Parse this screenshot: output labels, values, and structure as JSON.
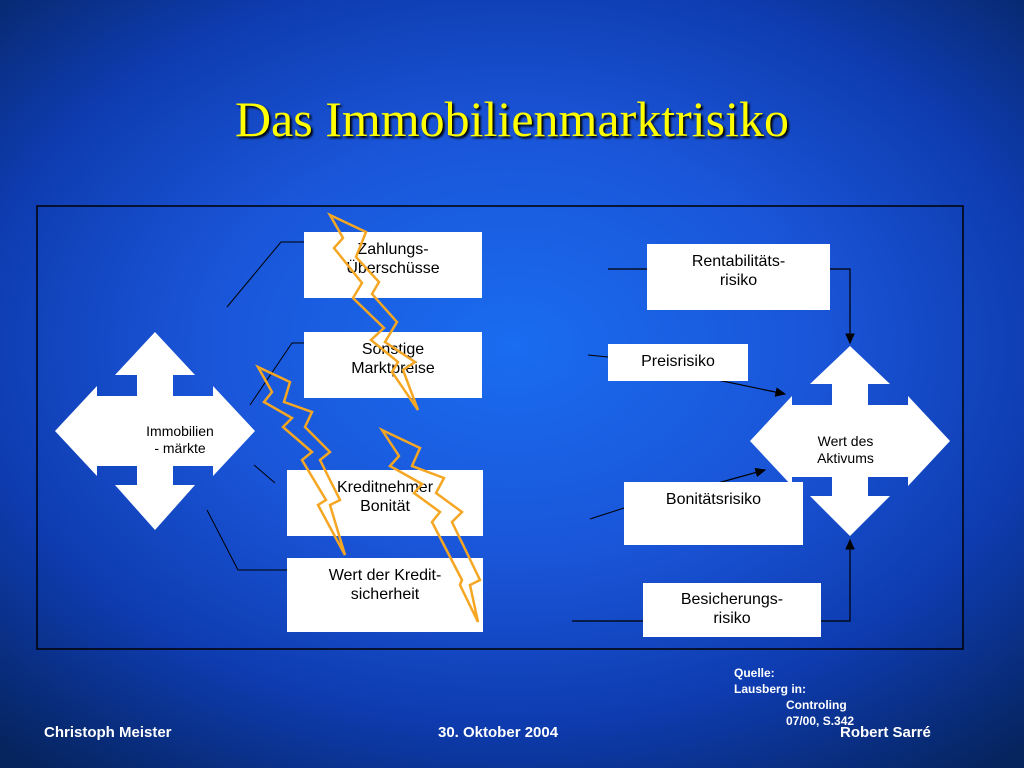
{
  "title": "Das Immobilienmarktrisiko",
  "left_center": {
    "label_line1": "Immobilien",
    "label_line2": "-  märkte"
  },
  "right_center": {
    "label_line1": "Wert des",
    "label_line2": "Aktivums"
  },
  "left_boxes": [
    {
      "line1": "Zahlungs-",
      "line2": "Überschüsse"
    },
    {
      "line1": "Sonstige",
      "line2": "Marktpreise"
    },
    {
      "line1": "Kreditnehmer",
      "line2": "Bonität"
    },
    {
      "line1": "Wert der Kredit-",
      "line2": "sicherheit"
    }
  ],
  "right_boxes": [
    {
      "line1": "Rentabilitäts-",
      "line2": "risiko"
    },
    {
      "line1": "Preisrisiko",
      "line2": ""
    },
    {
      "line1": "Bonitätsrisiko",
      "line2": ""
    },
    {
      "line1": "Besicherungs-",
      "line2": "risiko"
    }
  ],
  "source": {
    "line1": "Quelle:",
    "line2": "Lausberg in:",
    "line3": "Controling",
    "line4": "07/00, S.342"
  },
  "footer": {
    "left": "Christoph Meister",
    "center": "30. Oktober 2004",
    "right": "Robert Sarré"
  },
  "colors": {
    "title": "#ffff00",
    "lightning": "#f5a623",
    "frame": "#000000"
  }
}
